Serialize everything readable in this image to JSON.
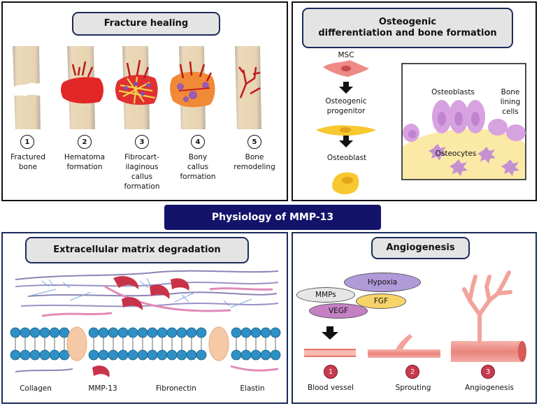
{
  "center_title": "Physiology of MMP-13",
  "panels": {
    "fracture": {
      "title": "Fracture healing",
      "stages": [
        {
          "num": "1",
          "label": "Fractured\nbone"
        },
        {
          "num": "2",
          "label": "Hematoma\nformation"
        },
        {
          "num": "3",
          "label": "Fibrocart-\nilaginous\ncallus\nformation"
        },
        {
          "num": "4",
          "label": "Bony\ncallus\nformation"
        },
        {
          "num": "5",
          "label": "Bone\nremodeling"
        }
      ]
    },
    "osteogenic": {
      "title": "Osteogenic\ndifferentiation and bone formation",
      "steps": [
        "MSC",
        "Osteogenic\nprogenitor",
        "Osteoblast"
      ],
      "inset": {
        "osteoblasts": "Osteoblasts",
        "bone_lining": "Bone\nlining\ncells",
        "osteocytes": "Osteocytes"
      }
    },
    "ecm": {
      "title": "Extracellular matrix degradation",
      "legend": [
        "Collagen",
        "MMP-13",
        "Fibronectin",
        "Elastin"
      ]
    },
    "angio": {
      "title": "Angiogenesis",
      "factors": {
        "hypoxia": "Hypoxia",
        "mmps": "MMPs",
        "fgf": "FGF",
        "vegf": "VEGF"
      },
      "stages": [
        {
          "num": "1",
          "label": "Blood vessel"
        },
        {
          "num": "2",
          "label": "Sprouting"
        },
        {
          "num": "3",
          "label": "Angiogenesis"
        }
      ]
    }
  },
  "colors": {
    "navy": "#13136b",
    "border": "#1c2b5a",
    "bone": "#e9d7b8",
    "vessel": "#c81e2a",
    "mmp": "#c8334a"
  }
}
